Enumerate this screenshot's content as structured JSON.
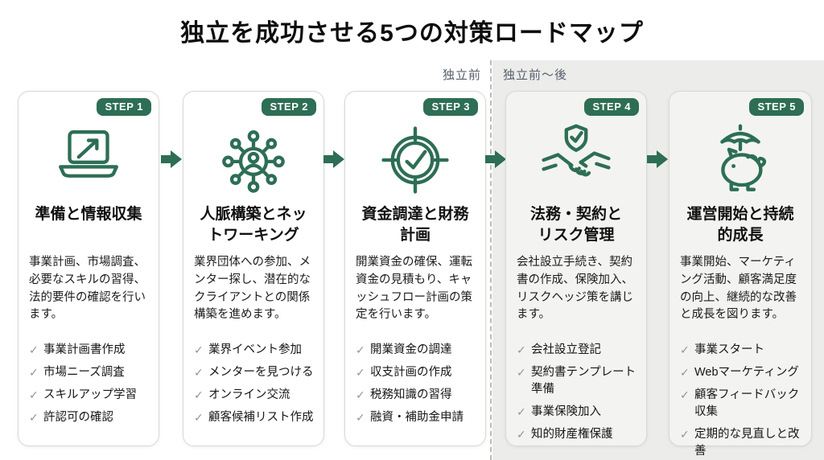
{
  "title": "独立を成功させる5つの対策ロードマップ",
  "zones": {
    "before": "独立前",
    "before_after": "独立前〜後"
  },
  "ui": {
    "check_glyph": "✓"
  },
  "colors": {
    "accent_green": "#2d6e55",
    "zone_background": "#ecedea",
    "card_background": "#ffffff",
    "card_background_shaded": "#f3f4f1",
    "zone_label_text": "#565e6c",
    "check_mark": "#8f9692"
  },
  "steps": [
    {
      "badge": "STEP 1",
      "icon": "laptop-growth-icon",
      "title_lines": [
        "準備と情報収集"
      ],
      "description": "事業計画、市場調査、必要なスキルの習得、法的要件の確認を行います。",
      "checklist": [
        "事業計画書作成",
        "市場ニーズ調査",
        "スキルアップ学習",
        "許認可の確認"
      ]
    },
    {
      "badge": "STEP 2",
      "icon": "network-icon",
      "title_lines": [
        "人脈構築とネッ",
        "トワーキング"
      ],
      "description": "業界団体への参加、メンター探し、潜在的なクライアントとの関係構築を進めます。",
      "checklist": [
        "業界イベント参加",
        "メンターを見つける",
        "オンライン交流",
        "顧客候補リスト作成"
      ]
    },
    {
      "badge": "STEP 3",
      "icon": "target-check-icon",
      "title_lines": [
        "資金調達と財務",
        "計画"
      ],
      "description": "開業資金の確保、運転資金の見積もり、キャッシュフロー計画の策定を行います。",
      "checklist": [
        "開業資金の調達",
        "収支計画の作成",
        "税務知識の習得",
        "融資・補助金申請"
      ]
    },
    {
      "badge": "STEP 4",
      "icon": "shield-handshake-icon",
      "title_lines": [
        "法務・契約と",
        "リスク管理"
      ],
      "description": "会社設立手続き、契約書の作成、保険加入、リスクヘッジ策を講じます。",
      "checklist": [
        "会社設立登記",
        "契約書テンプレート準備",
        "事業保険加入",
        "知的財産権保護"
      ]
    },
    {
      "badge": "STEP 5",
      "icon": "umbrella-piggy-bank-icon",
      "title_lines": [
        "運営開始と持続",
        "的成長"
      ],
      "description": "事業開始、マーケティング活動、顧客満足度の向上、継続的な改善と成長を図ります。",
      "checklist": [
        "事業スタート",
        "Webマーケティング",
        "顧客フィードバック収集",
        "定期的な見直しと改善"
      ]
    }
  ]
}
